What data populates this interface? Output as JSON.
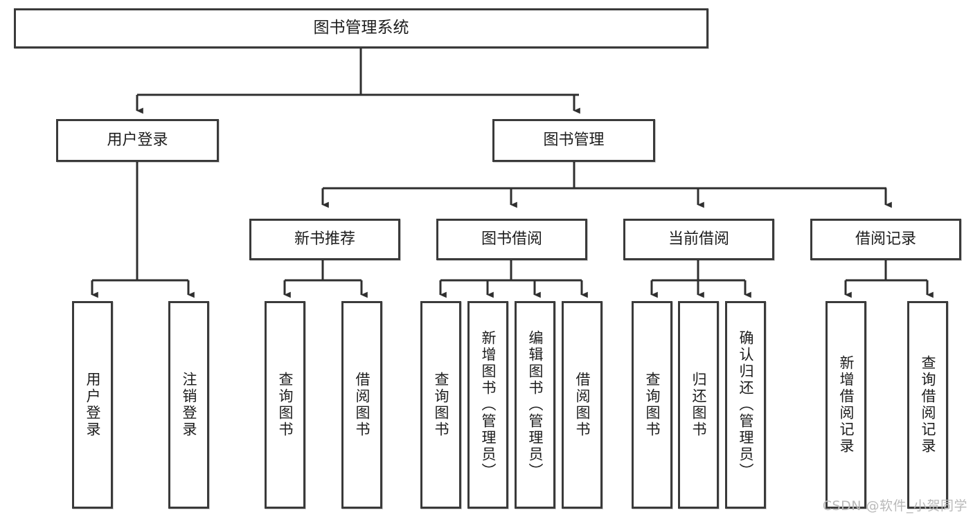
{
  "diagram": {
    "type": "tree-hierarchy",
    "title": "图书管理系统",
    "watermark": "CSDN @软件_小贺同学",
    "colors": {
      "box_border": "#3a3a3a",
      "box_fill": "#ffffff",
      "connector": "#2f2f2f",
      "text": "#1d1d1d",
      "watermark": "#b9b9b9"
    },
    "levels": {
      "root": {
        "label": "图书管理系统"
      },
      "level2": [
        {
          "label": "用户登录"
        },
        {
          "label": "图书管理"
        }
      ],
      "level3": [
        {
          "label": "新书推荐"
        },
        {
          "label": "图书借阅"
        },
        {
          "label": "当前借阅"
        },
        {
          "label": "借阅记录"
        }
      ],
      "leaves": [
        {
          "label": "用户登录"
        },
        {
          "label": "注销登录"
        },
        {
          "label": "查询图书"
        },
        {
          "label": "借阅图书"
        },
        {
          "label": "查询图书"
        },
        {
          "label": "新增图书（管理员）"
        },
        {
          "label": "编辑图书（管理员）"
        },
        {
          "label": "借阅图书"
        },
        {
          "label": "查询图书"
        },
        {
          "label": "归还图书"
        },
        {
          "label": "确认归还（管理员）"
        },
        {
          "label": "新增借阅记录"
        },
        {
          "label": "查询借阅记录"
        }
      ]
    },
    "edges": [
      {
        "from": "图书管理系统",
        "to": "用户登录"
      },
      {
        "from": "图书管理系统",
        "to": "图书管理"
      },
      {
        "from": "图书管理",
        "to": "新书推荐"
      },
      {
        "from": "图书管理",
        "to": "图书借阅"
      },
      {
        "from": "图书管理",
        "to": "当前借阅"
      },
      {
        "from": "图书管理",
        "to": "借阅记录"
      },
      {
        "from": "用户登录",
        "to": "用户登录"
      },
      {
        "from": "用户登录",
        "to": "注销登录"
      },
      {
        "from": "新书推荐",
        "to": "查询图书"
      },
      {
        "from": "新书推荐",
        "to": "借阅图书"
      },
      {
        "from": "图书借阅",
        "to": "查询图书"
      },
      {
        "from": "图书借阅",
        "to": "新增图书（管理员）"
      },
      {
        "from": "图书借阅",
        "to": "编辑图书（管理员）"
      },
      {
        "from": "图书借阅",
        "to": "借阅图书"
      },
      {
        "from": "当前借阅",
        "to": "查询图书"
      },
      {
        "from": "当前借阅",
        "to": "归还图书"
      },
      {
        "from": "当前借阅",
        "to": "确认归还（管理员）"
      },
      {
        "from": "借阅记录",
        "to": "新增借阅记录"
      },
      {
        "from": "借阅记录",
        "to": "查询借阅记录"
      }
    ]
  }
}
